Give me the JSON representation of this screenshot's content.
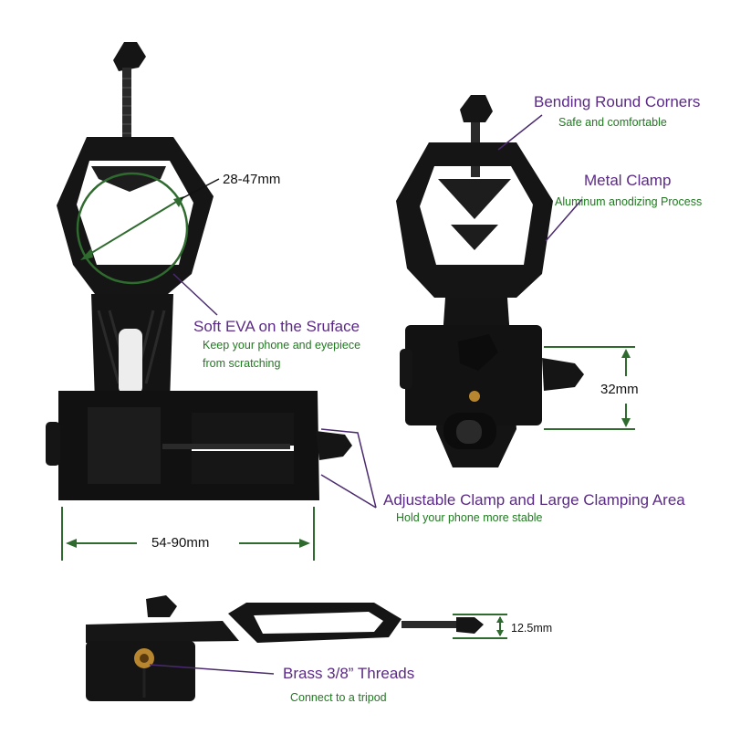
{
  "colors": {
    "title": "#5b2a86",
    "subtitle": "#1f7a1f",
    "dimension_line": "#2f6b2f",
    "pointer_line": "#4a2a6e",
    "product": "#151515",
    "brass": "#b8862e"
  },
  "labels": {
    "bending_title": "Bending Round Corners",
    "bending_sub": "Safe and comfortable",
    "metal_title": "Metal Clamp",
    "metal_sub": "Aluminum anodizing Process",
    "eva_title": "Soft EVA on the Sruface",
    "eva_sub_1": "Keep your phone and eyepiece",
    "eva_sub_2": "from scratching",
    "clamp_title": "Adjustable Clamp and Large  Clamping Area",
    "clamp_sub": "Hold your phone more stable",
    "brass_title": "Brass 3/8” Threads",
    "brass_sub": "Connect to a tripod"
  },
  "dimensions": {
    "eyepiece": "28-47mm",
    "phone_width": "54-90mm",
    "clamp_height": "32mm",
    "thickness": "12.5mm"
  }
}
